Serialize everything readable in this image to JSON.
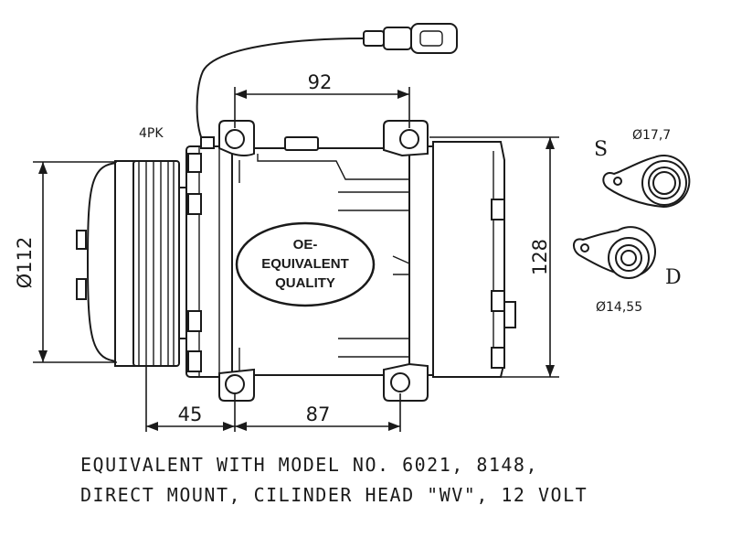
{
  "labels": {
    "belt_type": "4PK",
    "port_s_letter": "S",
    "port_s_diameter": "Ø17,7",
    "port_d_letter": "D",
    "port_d_diameter": "Ø14,55"
  },
  "dimensions": {
    "mount_spacing_top": "92",
    "pulley_offset": "45",
    "mount_spacing_bottom": "87",
    "pulley_diameter": "Ø112",
    "body_height": "128"
  },
  "stamp": {
    "line1": "OE-",
    "line2": "EQUIVALENT",
    "line3": "QUALITY"
  },
  "caption": {
    "line1": "EQUIVALENT WITH MODEL NO. 6021, 8148,",
    "line2": "DIRECT MOUNT, CILINDER HEAD \"WV\", 12 VOLT"
  }
}
